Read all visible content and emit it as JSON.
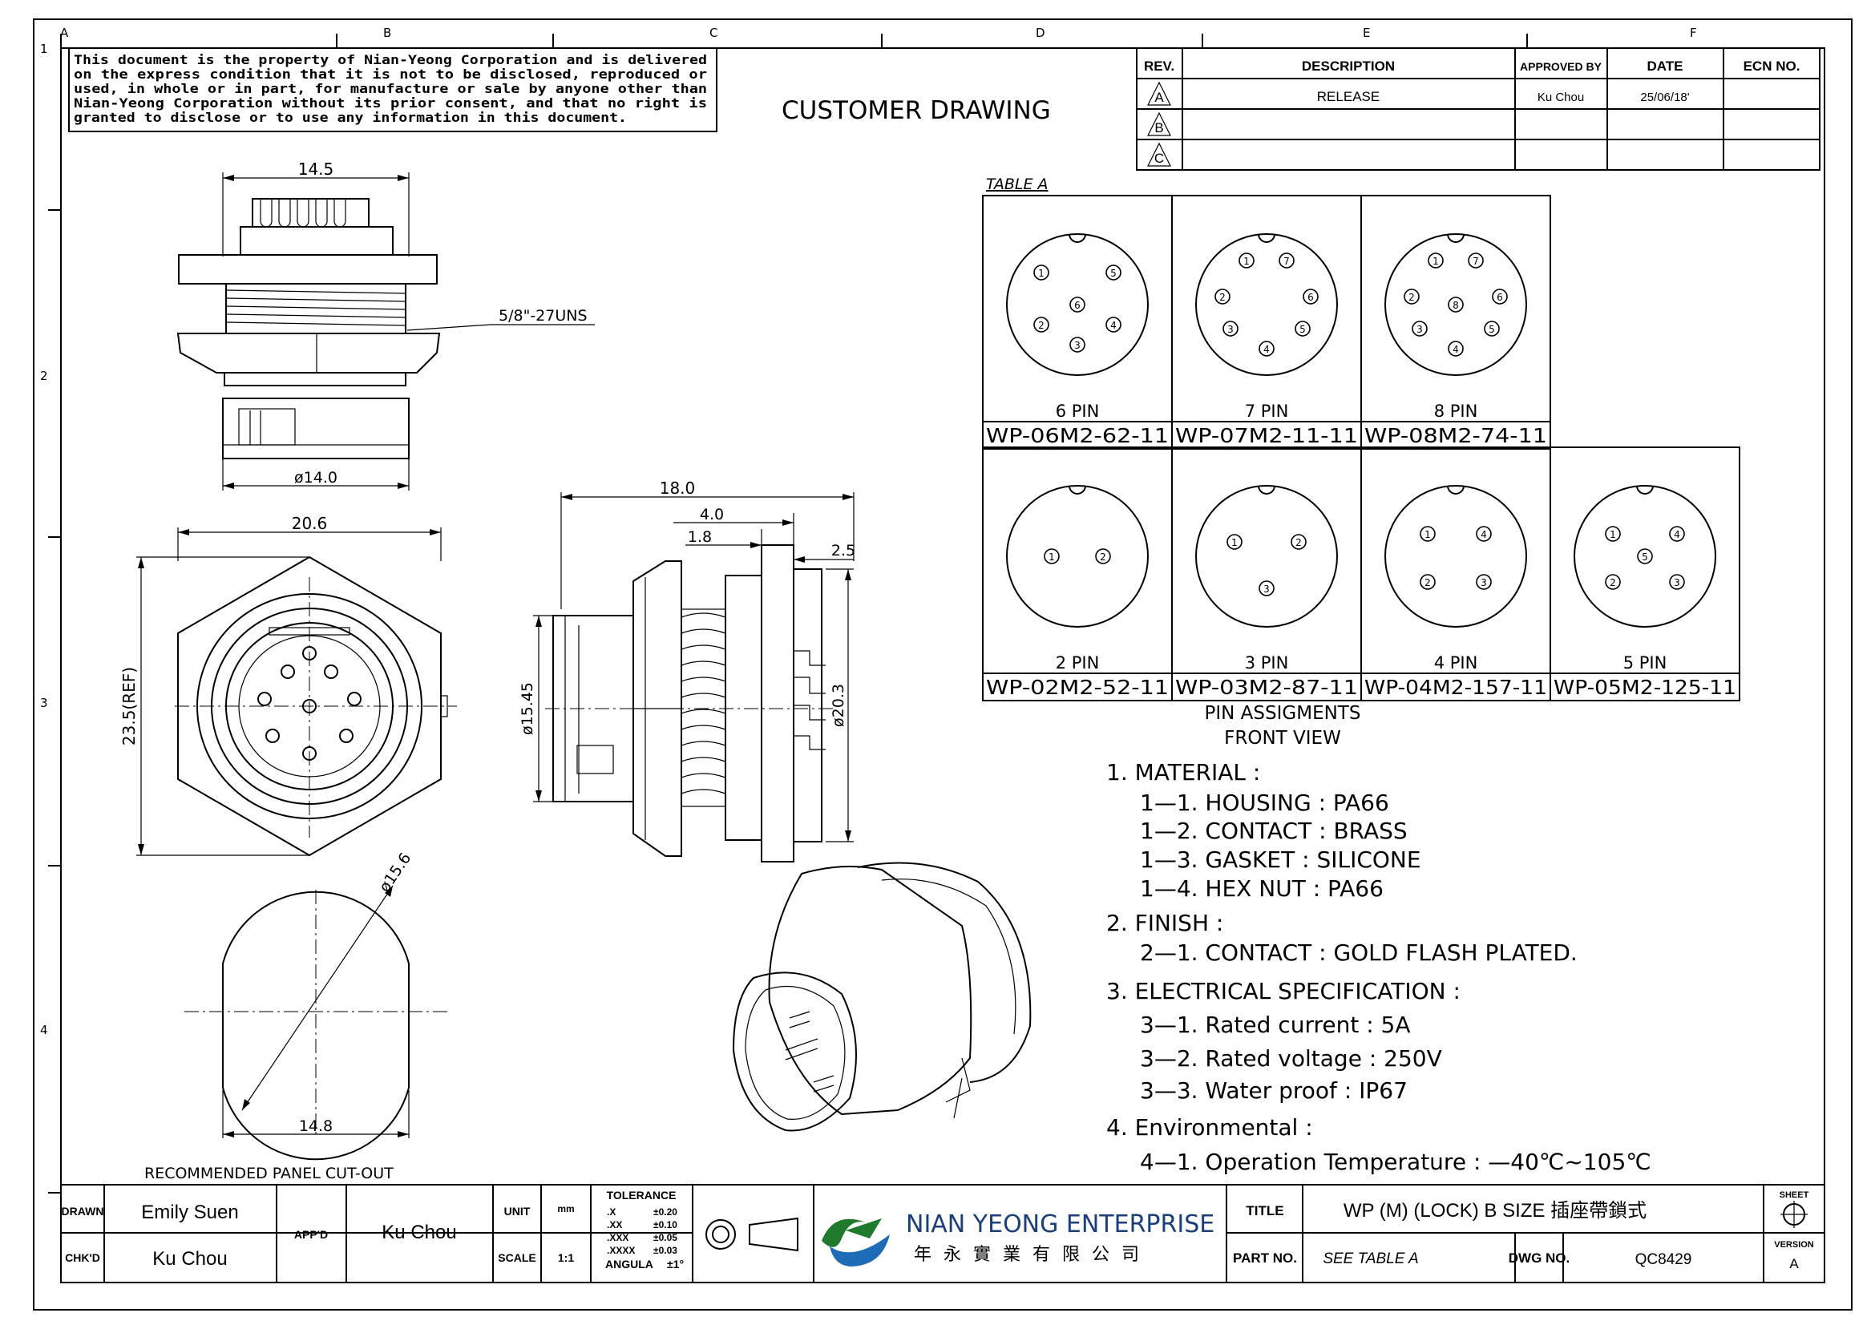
{
  "header": {
    "disclaimer": [
      "This document is the property of Nian-Yeong Corporation and is delivered",
      "on  the  express condition that it is not to be disclosed, reproduced or",
      "used, in whole or in part, for manufacture or sale by anyone other than",
      "Nian-Yeong Corporation without  its prior consent, and that  no right  is",
      "granted to disclose or to use any information in this  document."
    ],
    "title": "CUSTOMER  DRAWING"
  },
  "zones": {
    "cols": [
      "A",
      "B",
      "C",
      "D",
      "E",
      "F"
    ],
    "rows": [
      "1",
      "2",
      "3",
      "4"
    ]
  },
  "revision_table": {
    "headers": [
      "REV.",
      "DESCRIPTION",
      "APPROVED BY",
      "DATE",
      "ECN NO."
    ],
    "rows": [
      {
        "rev": "A",
        "description": "RELEASE",
        "approved": "Ku Chou",
        "date": "25/06/18'",
        "ecn": ""
      },
      {
        "rev": "B",
        "description": "",
        "approved": "",
        "date": "",
        "ecn": ""
      },
      {
        "rev": "C",
        "description": "",
        "approved": "",
        "date": "",
        "ecn": ""
      }
    ]
  },
  "dimensions": {
    "top_width": "14.5",
    "thread": "5/8\"-27UNS",
    "top_diameter": "ø14.0",
    "hex_width": "20.6",
    "hex_height": "23.5(REF)",
    "side_length": "18.0",
    "side_a": "4.0",
    "side_b": "1.8",
    "side_c": "2.5",
    "side_d1": "ø15.45",
    "side_d2": "ø20.3",
    "cutout_diameter": "ø15.6",
    "cutout_flat": "14.8",
    "cutout_label": "RECOMMENDED  PANEL  CUT-OUT"
  },
  "pin_table": {
    "title": "TABLE A",
    "row1": [
      {
        "pin_label": "6  PIN",
        "part": "WP-06M2-62-11",
        "pins": [
          "1",
          "5",
          "2",
          "6",
          "4",
          "3"
        ]
      },
      {
        "pin_label": "7  PIN",
        "part": "WP-07M2-11-11",
        "pins": [
          "1",
          "7",
          "2",
          "6",
          "3",
          "4",
          "5"
        ]
      },
      {
        "pin_label": "8  PIN",
        "part": "WP-08M2-74-11",
        "pins": [
          "1",
          "7",
          "2",
          "8",
          "6",
          "3",
          "4",
          "5"
        ]
      }
    ],
    "row2": [
      {
        "pin_label": "2  PIN",
        "part": "WP-02M2-52-11",
        "pins": [
          "1",
          "2"
        ]
      },
      {
        "pin_label": "3  PIN",
        "part": "WP-03M2-87-11",
        "pins": [
          "1",
          "2",
          "3"
        ]
      },
      {
        "pin_label": "4  PIN",
        "part": "WP-04M2-157-11",
        "pins": [
          "1",
          "4",
          "2",
          "3"
        ]
      },
      {
        "pin_label": "5  PIN",
        "part": "WP-05M2-125-11",
        "pins": [
          "1",
          "4",
          "5",
          "2",
          "3"
        ]
      }
    ],
    "caption1": "PIN  ASSIGMENTS",
    "caption2": "FRONT  VIEW"
  },
  "notes": [
    {
      "text": "1.  MATERIAL  :",
      "indent": false
    },
    {
      "text": "1—1.  HOUSING  :  PA66",
      "indent": true
    },
    {
      "text": "1—2.  CONTACT  :  BRASS",
      "indent": true
    },
    {
      "text": "1—3.  GASKET  :  SILICONE",
      "indent": true
    },
    {
      "text": "1—4.  HEX  NUT  :  PA66",
      "indent": true
    },
    {
      "text": "2.  FINISH  :",
      "indent": false
    },
    {
      "text": "2—1.  CONTACT  :  GOLD  FLASH  PLATED.",
      "indent": true
    },
    {
      "text": "3.  ELECTRICAL  SPECIFICATION  :",
      "indent": false
    },
    {
      "text": "3—1.  Rated  current  :  5A",
      "indent": true
    },
    {
      "text": "3—2.  Rated  voltage  :  250V",
      "indent": true
    },
    {
      "text": "3—3.  Water  proof  :  IP67",
      "indent": true
    },
    {
      "text": "4.  Environmental  :",
      "indent": false
    },
    {
      "text": "4—1.  Operation  Temperature  :  —40℃~105℃",
      "indent": true
    }
  ],
  "title_block": {
    "drawn_label": "DRAWN",
    "drawn": "Emily Suen",
    "chkd_label": "CHK'D",
    "chkd": "Ku Chou",
    "appd_label": "APP'D",
    "appd": "Ku Chou",
    "unit_label": "UNIT",
    "unit": "mm",
    "scale_label": "SCALE",
    "scale": "1:1",
    "tolerance_title": "TOLERANCE",
    "tolerances": [
      {
        "k": ".X",
        "v": "±0.20"
      },
      {
        "k": ".XX",
        "v": "±0.10"
      },
      {
        "k": ".XXX",
        "v": "±0.05"
      },
      {
        "k": ".XXXX",
        "v": "±0.03"
      },
      {
        "k": "ANGULA",
        "v": "±1°"
      }
    ],
    "company": "NIAN YEONG ENTERPRISE",
    "company_cn": "年 永 實 業 有 限 公 司",
    "title_label": "TITLE",
    "title": "WP  (M)  (LOCK)  B  SIZE  插座帶鎖式",
    "part_label": "PART NO.",
    "part": "SEE  TABLE  A",
    "dwg_label": "DWG NO.",
    "dwg": "QC8429",
    "sheet_label": "SHEET",
    "version_label": "VERSION",
    "version": "A"
  }
}
